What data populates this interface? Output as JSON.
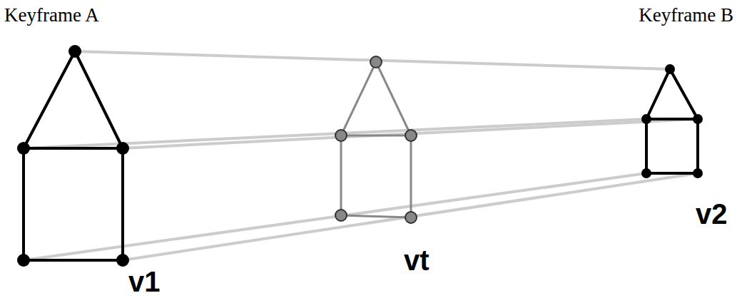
{
  "diagram": {
    "labels": [
      "Keyframe A",
      "Keyframe B",
      "v1",
      "vt",
      "v2"
    ]
  }
}
